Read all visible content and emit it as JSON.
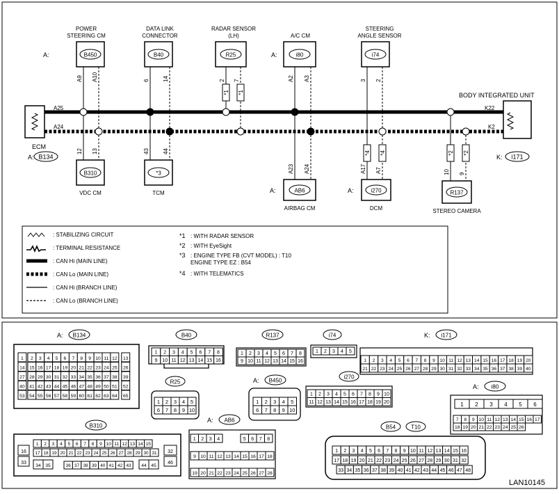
{
  "diagram_id": "LAN10145",
  "ecm": {
    "name": "ECM",
    "connector": "B134",
    "prefix": "A:",
    "hi_pin": "A25",
    "lo_pin": "A24"
  },
  "body": {
    "name": "BODY INTEGRATED UNIT",
    "connector": "i171",
    "prefix": "K:",
    "hi_pin": "K22",
    "lo_pin": "K2"
  },
  "top_modules": [
    {
      "id": "psm",
      "name": [
        "POWER",
        "STEERING CM"
      ],
      "connector": "B450",
      "prefix": "A:",
      "pins": [
        "A9",
        "A10"
      ],
      "note": ""
    },
    {
      "id": "dlc",
      "name": [
        "DATA LINK",
        "CONNECTOR"
      ],
      "connector": "B40",
      "prefix": "",
      "pins": [
        "6",
        "14"
      ],
      "note": ""
    },
    {
      "id": "radar",
      "name": [
        "RADAR SENSOR",
        "(LH)"
      ],
      "connector": "R25",
      "prefix": "",
      "pins": [
        "2",
        "7"
      ],
      "note": "*1"
    },
    {
      "id": "ac",
      "name": [
        "A/C CM"
      ],
      "connector": "i80",
      "prefix": "A:",
      "pins": [
        "A2",
        "A3"
      ],
      "note": ""
    },
    {
      "id": "sas",
      "name": [
        "STEERING",
        "ANGLE SENSOR"
      ],
      "connector": "i74",
      "prefix": "",
      "pins": [
        "3",
        "2"
      ],
      "note": ""
    }
  ],
  "bottom_modules": [
    {
      "id": "vdc",
      "name": "VDC CM",
      "connector": "B310",
      "prefix": "",
      "pins": [
        "12",
        "13"
      ],
      "note": ""
    },
    {
      "id": "tcm",
      "name": "TCM",
      "connector": "*3",
      "prefix": "",
      "pins": [
        "43",
        "44"
      ],
      "note": ""
    },
    {
      "id": "airbag",
      "name": "AIRBAG CM",
      "connector": "AB6",
      "prefix": "A:",
      "pins": [
        "A23",
        "A24"
      ],
      "note": ""
    },
    {
      "id": "dcm",
      "name": "DCM",
      "connector": "i270",
      "prefix": "A:",
      "pins": [
        "A17",
        "A7"
      ],
      "note": "*4"
    },
    {
      "id": "cam",
      "name": "STEREO CAMERA",
      "connector": "R137",
      "prefix": "",
      "pins": [
        "10",
        "9"
      ],
      "note": "*2"
    }
  ],
  "legend_lines": [
    {
      "sym": "stab",
      "text": ": STABILIZING CIRCUIT"
    },
    {
      "sym": "term",
      "text": ": TERMINAL RESISTANCE"
    },
    {
      "sym": "hi_main",
      "text": ": CAN Hi (MAIN LINE)"
    },
    {
      "sym": "lo_main",
      "text": ": CAN Lo (MAIN LINE)"
    },
    {
      "sym": "hi_branch",
      "text": ": CAN Hi (BRANCH LINE)"
    },
    {
      "sym": "lo_branch",
      "text": ": CAN Lo (BRANCH LINE)"
    }
  ],
  "legend_notes": [
    {
      "mark": "*1",
      "lines": [
        ": WITH RADAR SENSOR"
      ]
    },
    {
      "mark": "*2",
      "lines": [
        ": WITH EyeSight"
      ]
    },
    {
      "mark": "*3",
      "lines": [
        ": ENGINE TYPE FB (CVT MODEL)  : T10",
        "  ENGINE TYPE EZ  : B54"
      ]
    },
    {
      "mark": "*4",
      "lines": [
        ": WITH TELEMATICS"
      ]
    }
  ],
  "connector_labels": {
    "B134": {
      "prefix": "A:",
      "name": "B134"
    },
    "B40": {
      "prefix": "",
      "name": "B40"
    },
    "R137": {
      "prefix": "",
      "name": "R137"
    },
    "i74": {
      "prefix": "",
      "name": "i74"
    },
    "i171": {
      "prefix": "K:",
      "name": "i171"
    },
    "R25": {
      "prefix": "",
      "name": "R25"
    },
    "B450": {
      "prefix": "A:",
      "name": "B450"
    },
    "i270": {
      "prefix": "",
      "name": "i270"
    },
    "i80": {
      "prefix": "A:",
      "name": "i80"
    },
    "B310": {
      "prefix": "",
      "name": "B310"
    },
    "AB6": {
      "prefix": "A:",
      "name": "AB6"
    },
    "B54T10": {
      "prefix": "",
      "name": "B54",
      "name2": "T10"
    }
  },
  "pin_rows": {
    "B134": [
      [
        "1",
        "2",
        "3",
        "4",
        "5",
        "6",
        "7",
        "8",
        "9",
        "10",
        "11",
        "12",
        "13"
      ],
      [
        "14",
        "15",
        "16",
        "17",
        "18",
        "19",
        "20",
        "21",
        "22",
        "23",
        "24",
        "25",
        "26"
      ],
      [
        "27",
        "28",
        "29",
        "30",
        "31",
        "32",
        "33",
        "34",
        "35",
        "36",
        "37",
        "38",
        "39"
      ],
      [
        "40",
        "41",
        "42",
        "43",
        "44",
        "45",
        "46",
        "47",
        "48",
        "49",
        "50",
        "51",
        "52"
      ],
      [
        "53",
        "54",
        "55",
        "56",
        "57",
        "58",
        "59",
        "60",
        "61",
        "62",
        "63",
        "64",
        "65"
      ]
    ],
    "B40": [
      [
        "1",
        "2",
        "3",
        "4",
        "5",
        "6",
        "7",
        "8"
      ],
      [
        "9",
        "10",
        "11",
        "12",
        "13",
        "14",
        "15",
        "16"
      ]
    ],
    "R137": [
      [
        "1",
        "2",
        "3",
        "4",
        "5",
        "6",
        "7",
        "8"
      ],
      [
        "9",
        "10",
        "11",
        "12",
        "13",
        "14",
        "15",
        "16"
      ]
    ],
    "i74": [
      [
        "1",
        "2",
        "3",
        "4",
        "5"
      ]
    ],
    "i171": [
      [
        "1",
        "2",
        "3",
        "4",
        "5",
        "6",
        "7",
        "8",
        "9",
        "10",
        "11",
        "12",
        "13",
        "14",
        "15",
        "16",
        "17",
        "18",
        "19",
        "20"
      ],
      [
        "21",
        "22",
        "23",
        "24",
        "25",
        "26",
        "27",
        "28",
        "29",
        "30",
        "31",
        "32",
        "33",
        "34",
        "35",
        "36",
        "37",
        "38",
        "39",
        "40"
      ]
    ],
    "R25": [
      [
        "1",
        "2",
        "3",
        "4",
        "5"
      ],
      [
        "6",
        "7",
        "8",
        "9",
        "10"
      ]
    ],
    "B450": [
      [
        "1",
        "2",
        "3",
        "4",
        "5"
      ],
      [
        "6",
        "7",
        "8",
        "9",
        "10"
      ]
    ],
    "i270": [
      [
        "1",
        "2",
        "3",
        "4",
        "5",
        "6",
        "7",
        "8",
        "9",
        "10"
      ],
      [
        "11",
        "12",
        "13",
        "14",
        "15",
        "16",
        "17",
        "18",
        "19",
        "20"
      ]
    ],
    "i80": [
      [
        "1",
        "2",
        "3",
        "4",
        "5",
        "6"
      ],
      [
        "7",
        "8",
        "9",
        "10",
        "11",
        "12",
        "13",
        "14",
        "15",
        "16",
        "17"
      ],
      [
        "18",
        "19",
        "20",
        "21",
        "22",
        "23",
        "24",
        "25",
        "26"
      ]
    ],
    "B310": [
      [
        "1",
        "2",
        "3",
        "4",
        "5",
        "6",
        "7",
        "8",
        "9",
        "10",
        "11",
        "12",
        "13",
        "14",
        "15"
      ],
      [
        "16",
        "17",
        "18",
        "19",
        "20",
        "21",
        "22",
        "23",
        "24",
        "25",
        "26",
        "27",
        "28",
        "29",
        "30",
        "31",
        "32"
      ],
      [
        "33",
        "34",
        "35",
        "36",
        "37",
        "38",
        "39",
        "40",
        "41",
        "42",
        "43",
        "44",
        "45",
        "46"
      ]
    ],
    "AB6": [
      [
        "1",
        "2",
        "3",
        "4",
        "5",
        "6",
        "7",
        "8"
      ],
      [
        "9",
        "10",
        "11",
        "12",
        "13",
        "14",
        "15",
        "16",
        "17",
        "18"
      ],
      [
        "19",
        "20",
        "21",
        "22",
        "23",
        "24",
        "25",
        "26",
        "27",
        "28"
      ]
    ],
    "B54T10": [
      [
        "1",
        "2",
        "3",
        "4",
        "5",
        "6",
        "7",
        "8",
        "9",
        "10",
        "11",
        "12",
        "13",
        "14",
        "15",
        "16"
      ],
      [
        "17",
        "18",
        "19",
        "20",
        "21",
        "22",
        "23",
        "24",
        "25",
        "26",
        "27",
        "28",
        "29",
        "30",
        "31",
        "32"
      ],
      [
        "33",
        "34",
        "35",
        "36",
        "37",
        "38",
        "39",
        "40",
        "41",
        "42",
        "43",
        "44",
        "45",
        "46",
        "47",
        "48"
      ]
    ]
  }
}
